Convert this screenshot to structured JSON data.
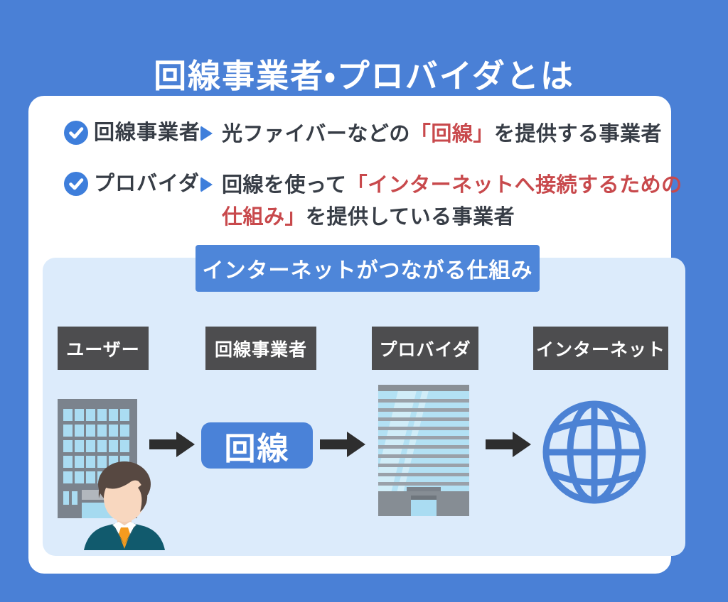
{
  "title": "回線事業者・プロバイダとは",
  "bullets": [
    {
      "label": "回線事業者",
      "lines": [
        {
          "segs": [
            {
              "text": "光ファイバーなどの",
              "red": false
            },
            {
              "text": "「回線」",
              "red": true
            },
            {
              "text": "を提供する事業者",
              "red": false
            }
          ]
        }
      ]
    },
    {
      "label": "プロバイダ",
      "lines": [
        {
          "segs": [
            {
              "text": "回線を使って",
              "red": false
            },
            {
              "text": "「インターネットへ接続するための",
              "red": true
            }
          ]
        },
        {
          "segs": [
            {
              "text": "仕組み」",
              "red": true
            },
            {
              "text": "を提供している事業者",
              "red": false
            }
          ]
        }
      ]
    }
  ],
  "diagram": {
    "banner": "インターネットがつながる仕組み",
    "stage_labels": [
      "ユーザー",
      "回線事業者",
      "プロバイダ",
      "インターネット"
    ],
    "line_label": "回線",
    "icons": [
      "user-building-icon",
      "line-box",
      "provider-building-icon",
      "globe-icon",
      "arrow-right-icon"
    ]
  },
  "colors": {
    "background": "#4a80d6",
    "banner_blue": "#4e86d9",
    "accent_blue": "#3e7edb",
    "line_box_blue": "#4a82d8",
    "panel_light_blue": "#dcebfb",
    "stage_label_gray": "#4d4d4f",
    "text_dark": "#373d46",
    "text_red": "#c8494c",
    "globe_blue": "#4c82d4",
    "arrow_black": "#2e2e2e"
  }
}
